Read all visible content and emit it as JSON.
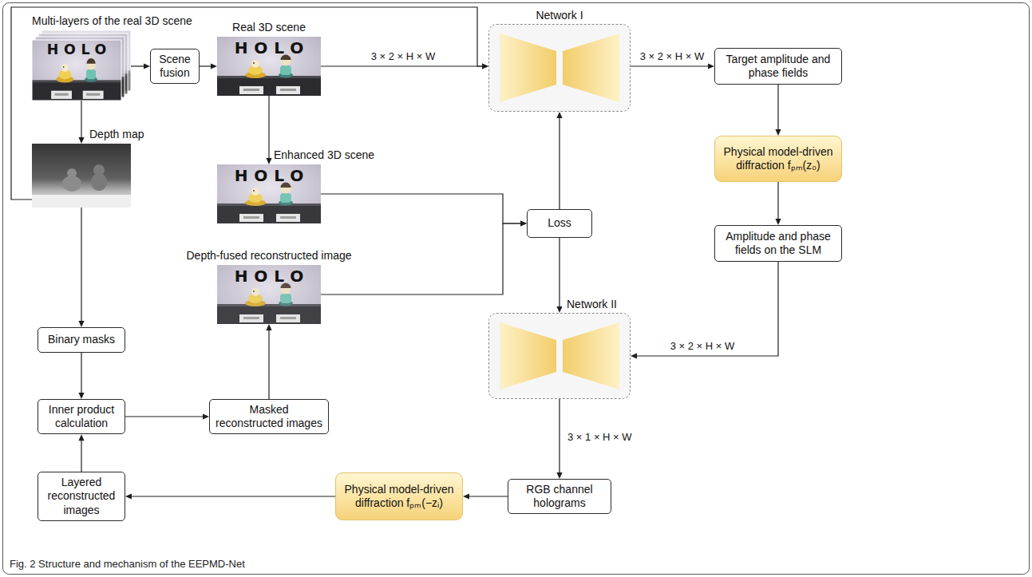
{
  "diagram": {
    "caption": "Fig. 2 Structure and mechanism of the EEPMD-Net",
    "nodes": [
      {
        "text": [
          "Multi-layers of the real 3D scene"
        ]
      },
      {
        "text": [
          "Scene fusion"
        ]
      },
      {
        "text": [
          "Real 3D scene"
        ]
      },
      {
        "text": [
          "Network I"
        ]
      },
      {
        "text": [
          "Target amplitude and phase fields"
        ]
      },
      {
        "text": [
          "Depth map"
        ]
      },
      {
        "text": [
          "Physical model-driven diffraction fₚₘ(z₀)"
        ]
      },
      {
        "text": [
          "Enhanced 3D scene"
        ]
      },
      {
        "text": [
          "Loss"
        ]
      },
      {
        "text": [
          "Depth-fused reconstructed image"
        ]
      },
      {
        "text": [
          "Amplitude and phase fields on the SLM"
        ]
      },
      {
        "text": [
          "Network II"
        ]
      },
      {
        "text": [
          "Binary masks"
        ]
      },
      {
        "text": [
          "Inner product calculation"
        ]
      },
      {
        "text": [
          "Masked reconstructed images"
        ]
      },
      {
        "text": [
          "Layered reconstructed images"
        ]
      },
      {
        "text": [
          "Physical model-driven diffraction fₚₘ(−zᵢ)"
        ]
      },
      {
        "text": [
          "RGB channel holograms"
        ]
      }
    ],
    "edges": [
      {
        "from": 0,
        "to": 1,
        "arrow": "to"
      },
      {
        "from": 1,
        "to": 2,
        "arrow": "to"
      },
      {
        "from": 2,
        "to": 3,
        "label": "3 × 2 × H × W",
        "arrow": "to"
      },
      {
        "from": 5,
        "to": 3,
        "arrow": "to"
      },
      {
        "from": 0,
        "to": 5,
        "arrow": "to"
      },
      {
        "from": 2,
        "to": 7,
        "arrow": "to"
      },
      {
        "from": 3,
        "to": 4,
        "label": "3 × 2 × H × W",
        "arrow": "to"
      },
      {
        "from": 4,
        "to": 6,
        "arrow": "to"
      },
      {
        "from": 6,
        "to": 10,
        "arrow": "to"
      },
      {
        "from": 10,
        "to": 11,
        "label": "3 × 2 × H × W",
        "arrow": "to"
      },
      {
        "from": 7,
        "to": 8,
        "arrow": "to"
      },
      {
        "from": 9,
        "to": 8,
        "arrow": "to"
      },
      {
        "from": 8,
        "to": 3,
        "arrow": "to"
      },
      {
        "from": 8,
        "to": 11,
        "arrow": "to"
      },
      {
        "from": 11,
        "to": 17,
        "label": "3 × 1 × H × W",
        "arrow": "to"
      },
      {
        "from": 17,
        "to": 16,
        "arrow": "to"
      },
      {
        "from": 16,
        "to": 15,
        "arrow": "to"
      },
      {
        "from": 15,
        "to": 13,
        "arrow": "to"
      },
      {
        "from": 12,
        "to": 13,
        "arrow": "to"
      },
      {
        "from": 5,
        "to": 12,
        "arrow": "to"
      },
      {
        "from": 13,
        "to": 14,
        "arrow": "to"
      },
      {
        "from": 14,
        "to": 9,
        "arrow": "to"
      }
    ],
    "labels": [
      "HOLO",
      "HOLO",
      "HOLO",
      "HOLO"
    ]
  }
}
